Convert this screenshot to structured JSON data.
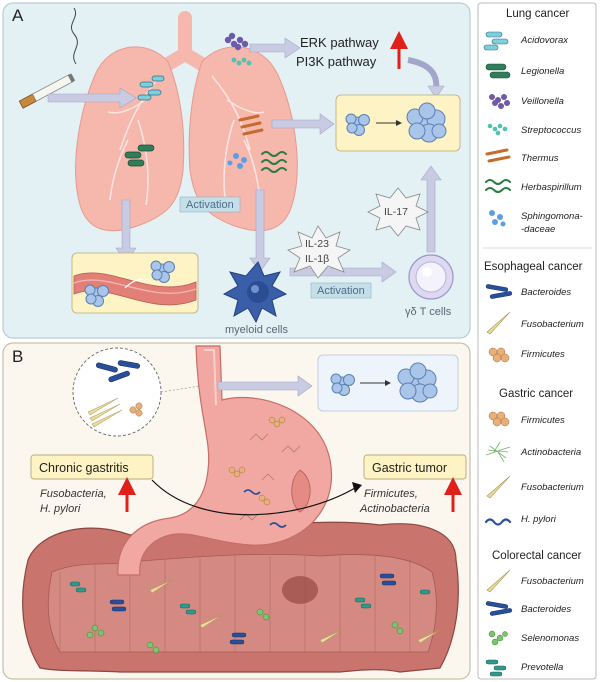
{
  "panels": {
    "a": "A",
    "b": "B"
  },
  "panel_a": {
    "erk": "ERK pathway",
    "pi3k": "PI3K pathway",
    "activation1": "Activation",
    "activation2": "Activation",
    "myeloid": "myeloid cells",
    "gdt": "γδ T cells",
    "il23": "IL-23",
    "il1b": "IL-1β",
    "il17": "IL-17"
  },
  "panel_b": {
    "chronic": "Chronic gastritis",
    "chronic_line1": "Fusobacteria,",
    "chronic_line2": "H. pylori",
    "tumor": "Gastric tumor",
    "tumor_line1": "Firmicutes,",
    "tumor_line2": "Actinobacteria"
  },
  "legend": {
    "lung": {
      "title": "Lung cancer",
      "items": [
        "Acidovorax",
        "Legionella",
        "Veillonella",
        "Streptococcus",
        "Thermus",
        "Herbaspirillum",
        "Sphingomona-",
        "-daceae"
      ]
    },
    "esophageal": {
      "title": "Esophageal cancer",
      "items": [
        "Bacteroides",
        "Fusobacterium",
        "Firmicutes"
      ]
    },
    "gastric": {
      "title": "Gastric cancer",
      "items": [
        "Firmicutes",
        "Actinobacteria",
        "Fusobacterium",
        "H. pylori"
      ]
    },
    "colorectal": {
      "title": "Colorectal cancer",
      "items": [
        "Fusobacterium",
        "Bacteroides",
        "Selenomonas",
        "Prevotella"
      ]
    }
  },
  "colors": {
    "panel_a_bg": "#e3f1f5",
    "panel_b_bg": "#fbf7ee",
    "lung": "#f6b7ad",
    "stomach": "#f1a7a2",
    "colon": "#c9756e",
    "arrow": "#c9cbe3",
    "up_arrow": "#e0201b",
    "box_yellow": "#fdf3c4",
    "cell_blue": "#3a5fa8",
    "tumor_blue": "#a9c6ea"
  }
}
